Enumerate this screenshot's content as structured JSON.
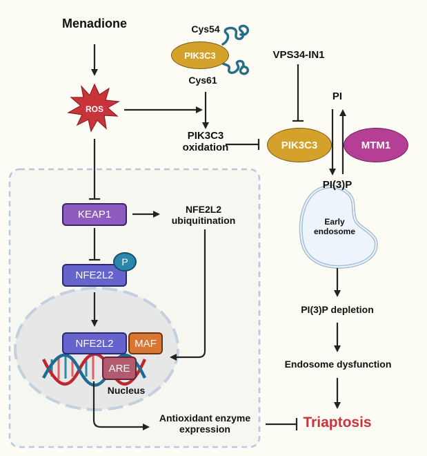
{
  "title": "Menadione-induced triaptosis pathway",
  "nodes": {
    "menadione": "Menadione",
    "ros": "ROS",
    "pik3c3_top": "PIK3C3",
    "cys54": "Cys54",
    "cys61": "Cys61",
    "pik3c3_oxidation": "PIK3C3\noxidation",
    "vps34_in1": "VPS34-IN1",
    "pi": "PI",
    "pik3c3_right": "PIK3C3",
    "mtm1": "MTM1",
    "pi3p": "PI(3)P",
    "early_endosome": "Early\nendosome",
    "pi3p_depletion": "PI(3)P depletion",
    "endosome_dysfunction": "Endosome dysfunction",
    "triaptosis": "Triaptosis",
    "keap1": "KEAP1",
    "nfe2l2_ubiquitination": "NFE2L2\nubiquitination",
    "nfe2l2": "NFE2L2",
    "phospho": "P",
    "nfe2l2_nuclear": "NFE2L2",
    "maf": "MAF",
    "are": "ARE",
    "nucleus": "Nucleus",
    "antioxidant": "Antioxidant enzyme\nexpression"
  },
  "colors": {
    "background": "#fcfbf4",
    "pik3c3": "#d4a22a",
    "mtm1": "#b63f96",
    "ros": "#c9343b",
    "keap1": "#8e5bbf",
    "nfe2l2": "#6664cc",
    "maf": "#d97634",
    "are": "#b25a6e",
    "phospho": "#2b86ab",
    "triaptosis": "#c9343b",
    "endosome_fill": "#eef4fb",
    "endosome_stroke": "#a9c3dc",
    "coil": "#266e85"
  },
  "edges": [
    {
      "from": "menadione",
      "to": "ros",
      "type": "activation"
    },
    {
      "from": "ros",
      "to": "pik3c3_oxidation",
      "type": "activation"
    },
    {
      "from": "pik3c3_top",
      "to": "pik3c3_oxidation",
      "type": "activation"
    },
    {
      "from": "pik3c3_oxidation",
      "to": "pik3c3_right",
      "type": "inhibition"
    },
    {
      "from": "vps34_in1",
      "to": "pik3c3_right",
      "type": "inhibition"
    },
    {
      "from": "pi",
      "to": "pi3p",
      "type": "activation"
    },
    {
      "from": "pi3p",
      "to": "pi",
      "type": "activation"
    },
    {
      "from": "early_endosome",
      "to": "pi3p_depletion",
      "type": "activation"
    },
    {
      "from": "pi3p_depletion",
      "to": "endosome_dysfunction",
      "type": "activation"
    },
    {
      "from": "endosome_dysfunction",
      "to": "triaptosis",
      "type": "activation"
    },
    {
      "from": "ros",
      "to": "keap1",
      "type": "inhibition"
    },
    {
      "from": "keap1",
      "to": "nfe2l2_ubiquitination",
      "type": "activation"
    },
    {
      "from": "keap1",
      "to": "nfe2l2",
      "type": "inhibition"
    },
    {
      "from": "nfe2l2",
      "to": "nfe2l2_nuclear",
      "type": "activation"
    },
    {
      "from": "nfe2l2_ubiquitination",
      "to": "nucleus",
      "type": "activation"
    },
    {
      "from": "are",
      "to": "antioxidant",
      "type": "activation"
    },
    {
      "from": "antioxidant",
      "to": "triaptosis",
      "type": "inhibition"
    }
  ]
}
